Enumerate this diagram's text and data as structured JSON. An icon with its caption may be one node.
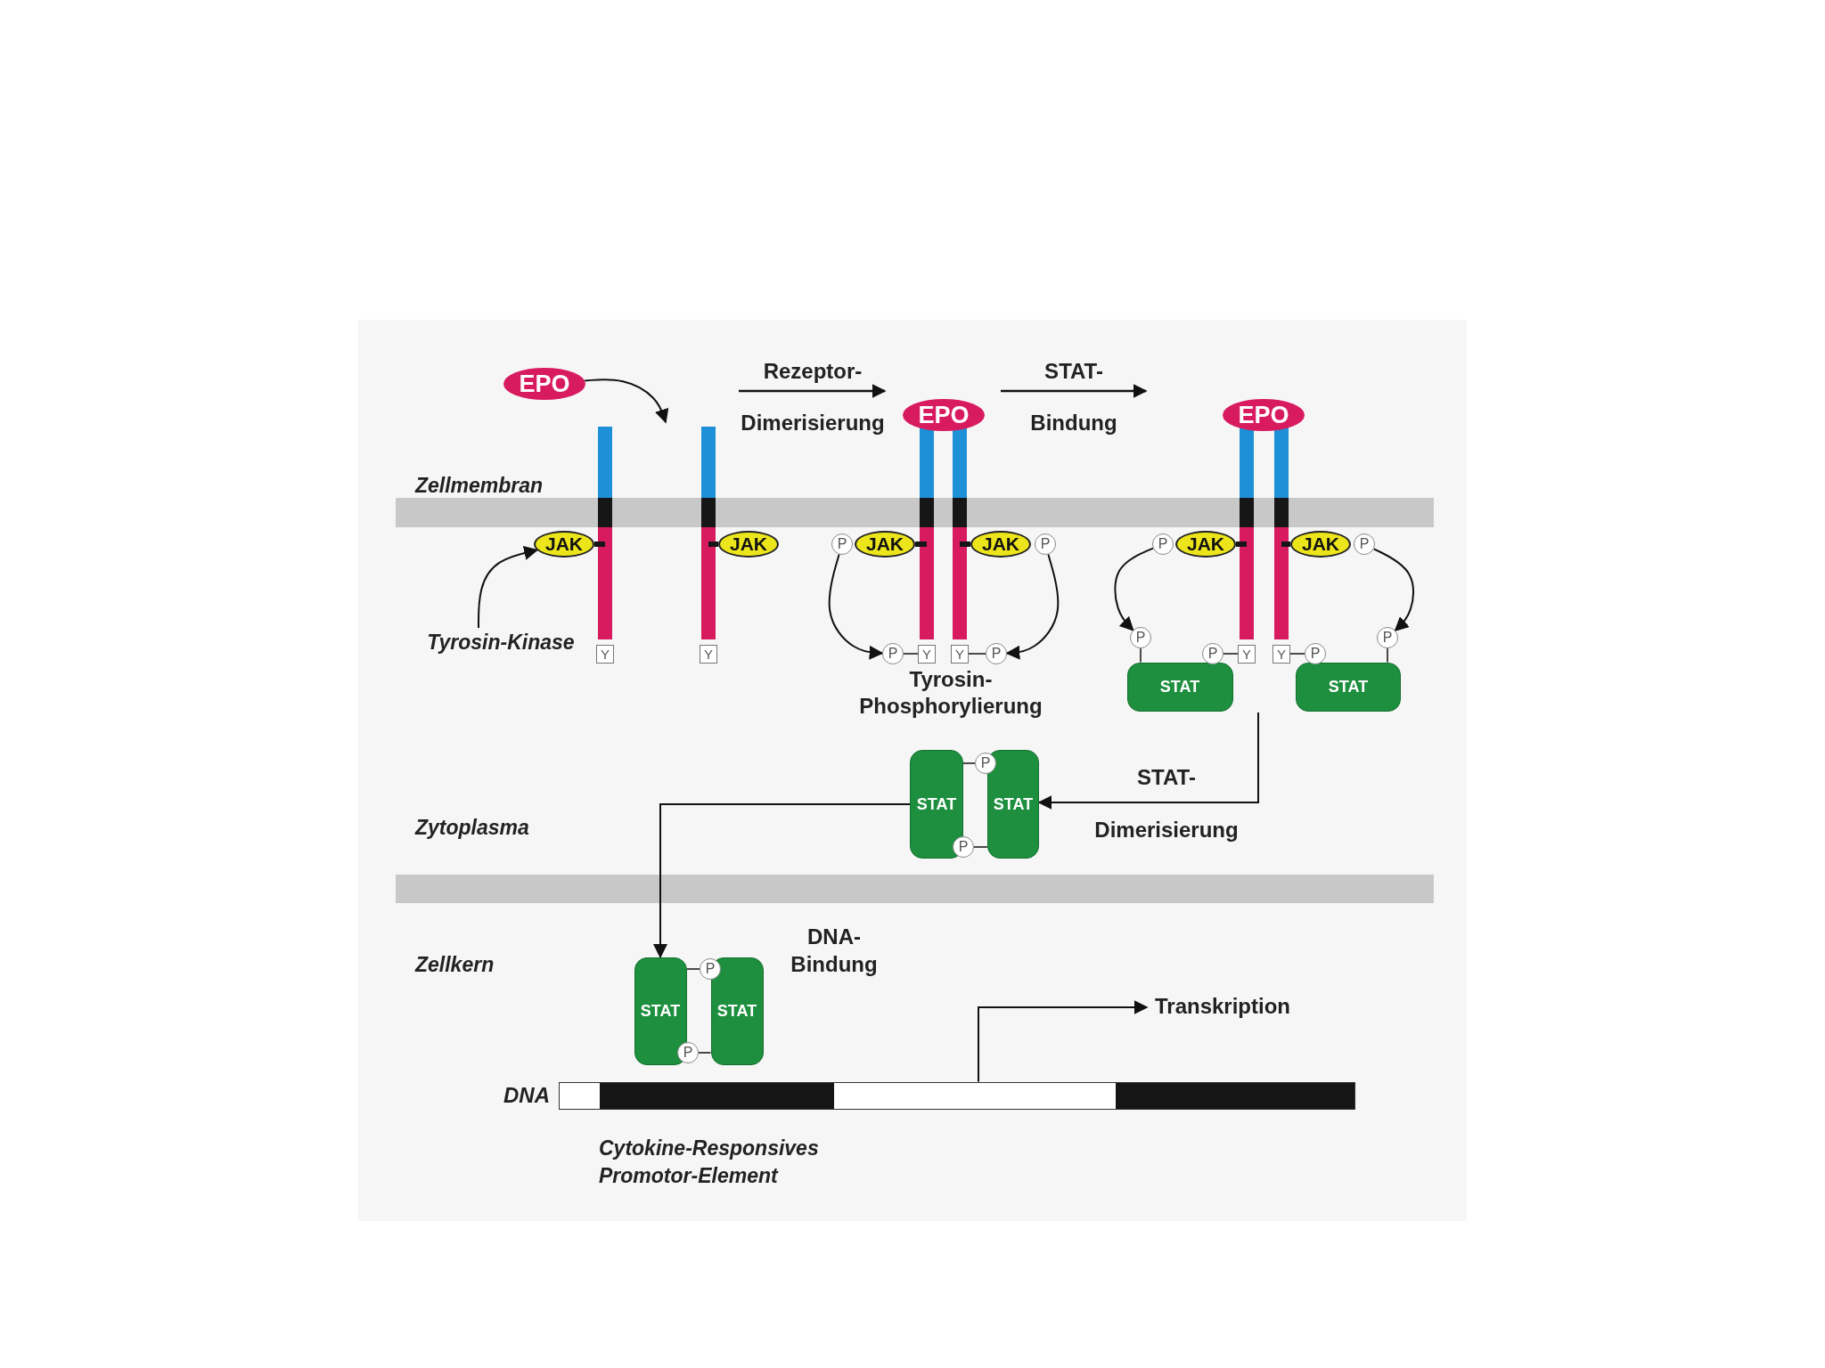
{
  "diagram": {
    "nodes": [
      {
        "text": [
          "EPO"
        ]
      },
      {
        "text": [
          "JAK"
        ]
      },
      {
        "text": [
          "JAK"
        ]
      },
      {
        "text": [
          "Y"
        ]
      },
      {
        "text": [
          "Y"
        ]
      },
      {
        "text": [
          "Tyrosin-Kinase"
        ]
      },
      {
        "text": [
          "EPO"
        ]
      },
      {
        "text": [
          "P"
        ]
      },
      {
        "text": [
          "JAK"
        ]
      },
      {
        "text": [
          "JAK"
        ]
      },
      {
        "text": [
          "P"
        ]
      },
      {
        "text": [
          "P"
        ]
      },
      {
        "text": [
          "Y"
        ]
      },
      {
        "text": [
          "Y"
        ]
      },
      {
        "text": [
          "P"
        ]
      },
      {
        "text": [
          "EPO"
        ]
      },
      {
        "text": [
          "P"
        ]
      },
      {
        "text": [
          "JAK"
        ]
      },
      {
        "text": [
          "JAK"
        ]
      },
      {
        "text": [
          "P"
        ]
      },
      {
        "text": [
          "P"
        ]
      },
      {
        "text": [
          "P"
        ]
      },
      {
        "text": [
          "Y"
        ]
      },
      {
        "text": [
          "Y"
        ]
      },
      {
        "text": [
          "P"
        ]
      },
      {
        "text": [
          "P"
        ]
      },
      {
        "text": [
          "STAT"
        ]
      },
      {
        "text": [
          "STAT"
        ]
      },
      {
        "text": [
          "STAT"
        ]
      },
      {
        "text": [
          "STAT"
        ]
      },
      {
        "text": [
          "P"
        ]
      },
      {
        "text": [
          "P"
        ]
      },
      {
        "text": [
          "STAT"
        ]
      },
      {
        "text": [
          "STAT"
        ]
      },
      {
        "text": [
          "P"
        ]
      },
      {
        "text": [
          "P"
        ]
      },
      {
        "text": [],
        "shape": "bar",
        "beside": [
          "DNA"
        ]
      },
      {
        "text": [
          "Transkription"
        ]
      }
    ],
    "edges": [
      {
        "from": 0,
        "to": null,
        "arrow": "to"
      },
      {
        "from": 5,
        "to": 1,
        "arrow": "to"
      },
      {
        "from": 7,
        "to": 11,
        "arrow": "to"
      },
      {
        "from": 10,
        "to": 14,
        "arrow": "to"
      },
      {
        "from": 16,
        "to": 20,
        "arrow": "to"
      },
      {
        "from": 19,
        "to": 25,
        "arrow": "to"
      },
      {
        "from": null,
        "to": 29,
        "arrow": "to"
      },
      {
        "from": 28,
        "to": 32,
        "arrow": "to"
      },
      {
        "from": 36,
        "to": 37,
        "arrow": "to"
      },
      {
        "from": 11,
        "to": 12,
        "arrow": "none"
      },
      {
        "from": 13,
        "to": 14,
        "arrow": "none"
      },
      {
        "from": 21,
        "to": 22,
        "arrow": "none"
      },
      {
        "from": 23,
        "to": 24,
        "arrow": "none"
      },
      {
        "from": 20,
        "to": 26,
        "arrow": "none"
      },
      {
        "from": 25,
        "to": 27,
        "arrow": "none"
      },
      {
        "from": 30,
        "to": 28,
        "arrow": "none"
      },
      {
        "from": 31,
        "to": 29,
        "arrow": "none"
      },
      {
        "from": 34,
        "to": 32,
        "arrow": "none"
      },
      {
        "from": 35,
        "to": 33,
        "arrow": "none"
      }
    ],
    "labels": [
      "Rezeptor- Dimerisierung",
      "STAT- Bindung",
      "Zellmembran",
      "Tyrosin- Phosphorylierung",
      "STAT- Dimerisierung",
      "Zytoplasma",
      "Zellkern",
      "DNA- Bindung",
      "Cytokine-Responsives Promotor-Element"
    ]
  }
}
